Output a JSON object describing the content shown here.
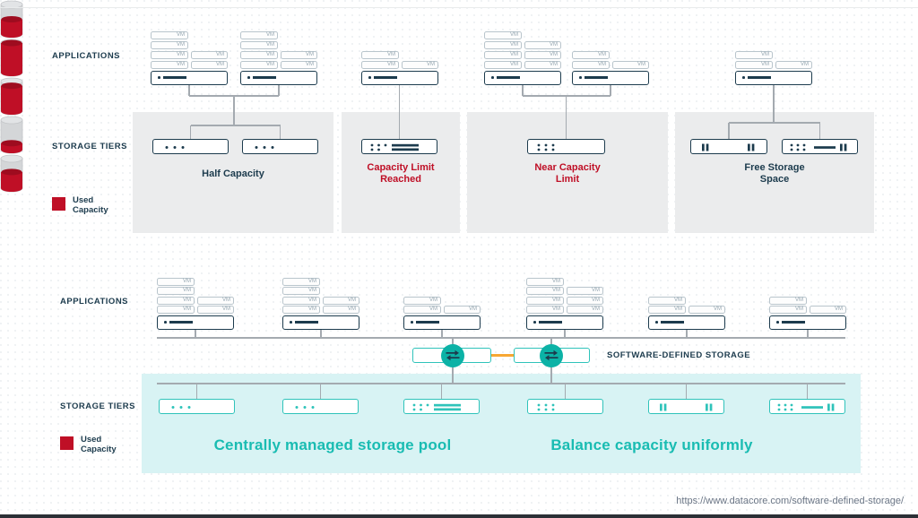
{
  "vm_label": "VM",
  "footer_url": "https://www.datacore.com/software-defined-storage/",
  "colors": {
    "navy": "#1c3b4d",
    "red": "#bf0f26",
    "teal": "#2fc3ba",
    "teal_dark": "#0cb2a6",
    "teal_text": "#19bcb2",
    "orange": "#f7a733",
    "panel_gray": "#ebeced",
    "pool_cyan": "#d8f3f4",
    "line_gray": "#a4aab0"
  },
  "top_section": {
    "applications_label": "APPLICATIONS",
    "storage_tiers_label": "STORAGE TIERS",
    "legend": {
      "line1": "Used",
      "line2": "Capacity"
    },
    "silos": [
      {
        "name": "half-capacity",
        "title_lines": [
          "Half Capacity"
        ],
        "title_color": "navy",
        "cylinder_fill": 0.5,
        "app_stacks": [
          {
            "rows": [
              "s",
              "s",
              "d",
              "d"
            ]
          },
          {
            "rows": [
              "s",
              "s",
              "d",
              "d"
            ]
          }
        ],
        "storage_boxes": [
          {
            "icon": "dots3"
          },
          {
            "icon": "dots3"
          }
        ]
      },
      {
        "name": "capacity-limit-reached",
        "title_lines": [
          "Capacity Limit",
          "Reached"
        ],
        "title_color": "red",
        "cylinder_fill": 1,
        "app_stacks": [
          {
            "rows": [
              "s",
              "d"
            ]
          }
        ],
        "storage_boxes": [
          {
            "icon": "colon-bars"
          }
        ]
      },
      {
        "name": "near-capacity-limit",
        "title_lines": [
          "Near Capacity",
          "Limit"
        ],
        "title_color": "red",
        "cylinder_fill": 0.86,
        "app_stacks": [
          {
            "rows": [
              "s",
              "d",
              "d",
              "d"
            ]
          },
          {
            "rows": [
              "s",
              "d"
            ]
          }
        ],
        "storage_boxes": [
          {
            "icon": "colons3"
          }
        ]
      },
      {
        "name": "free-storage-space",
        "title_lines": [
          "Free Storage",
          "Space"
        ],
        "title_color": "navy",
        "cylinder_fill": 0.22,
        "app_stacks": [
          {
            "rows": [
              "s",
              "d"
            ]
          }
        ],
        "storage_boxes": [
          {
            "icon": "pause2"
          },
          {
            "icon": "colon-line-pause"
          }
        ]
      }
    ]
  },
  "bottom_section": {
    "applications_label": "APPLICATIONS",
    "storage_tiers_label": "STORAGE TIERS",
    "sds_label": "SOFTWARE-DEFINED STORAGE",
    "legend": {
      "line1": "Used",
      "line2": "Capacity"
    },
    "pool_title_left": "Centrally managed storage pool",
    "pool_title_right": "Balance capacity uniformly",
    "cylinder_fill": 0.55,
    "app_stacks": [
      {
        "rows": [
          "s",
          "s",
          "d",
          "d"
        ]
      },
      {
        "rows": [
          "s",
          "s",
          "d",
          "d"
        ]
      },
      {
        "rows": [
          "s",
          "d"
        ]
      },
      {
        "rows": [
          "s",
          "d",
          "d",
          "d"
        ]
      },
      {
        "rows": [
          "s",
          "d"
        ]
      },
      {
        "rows": [
          "s",
          "d"
        ]
      }
    ],
    "storage_boxes": [
      {
        "icon": "dots3"
      },
      {
        "icon": "dots3"
      },
      {
        "icon": "colon-bars"
      },
      {
        "icon": "colons3"
      },
      {
        "icon": "pause2"
      },
      {
        "icon": "colon-line-pause"
      }
    ],
    "sds_nodes": 2
  }
}
